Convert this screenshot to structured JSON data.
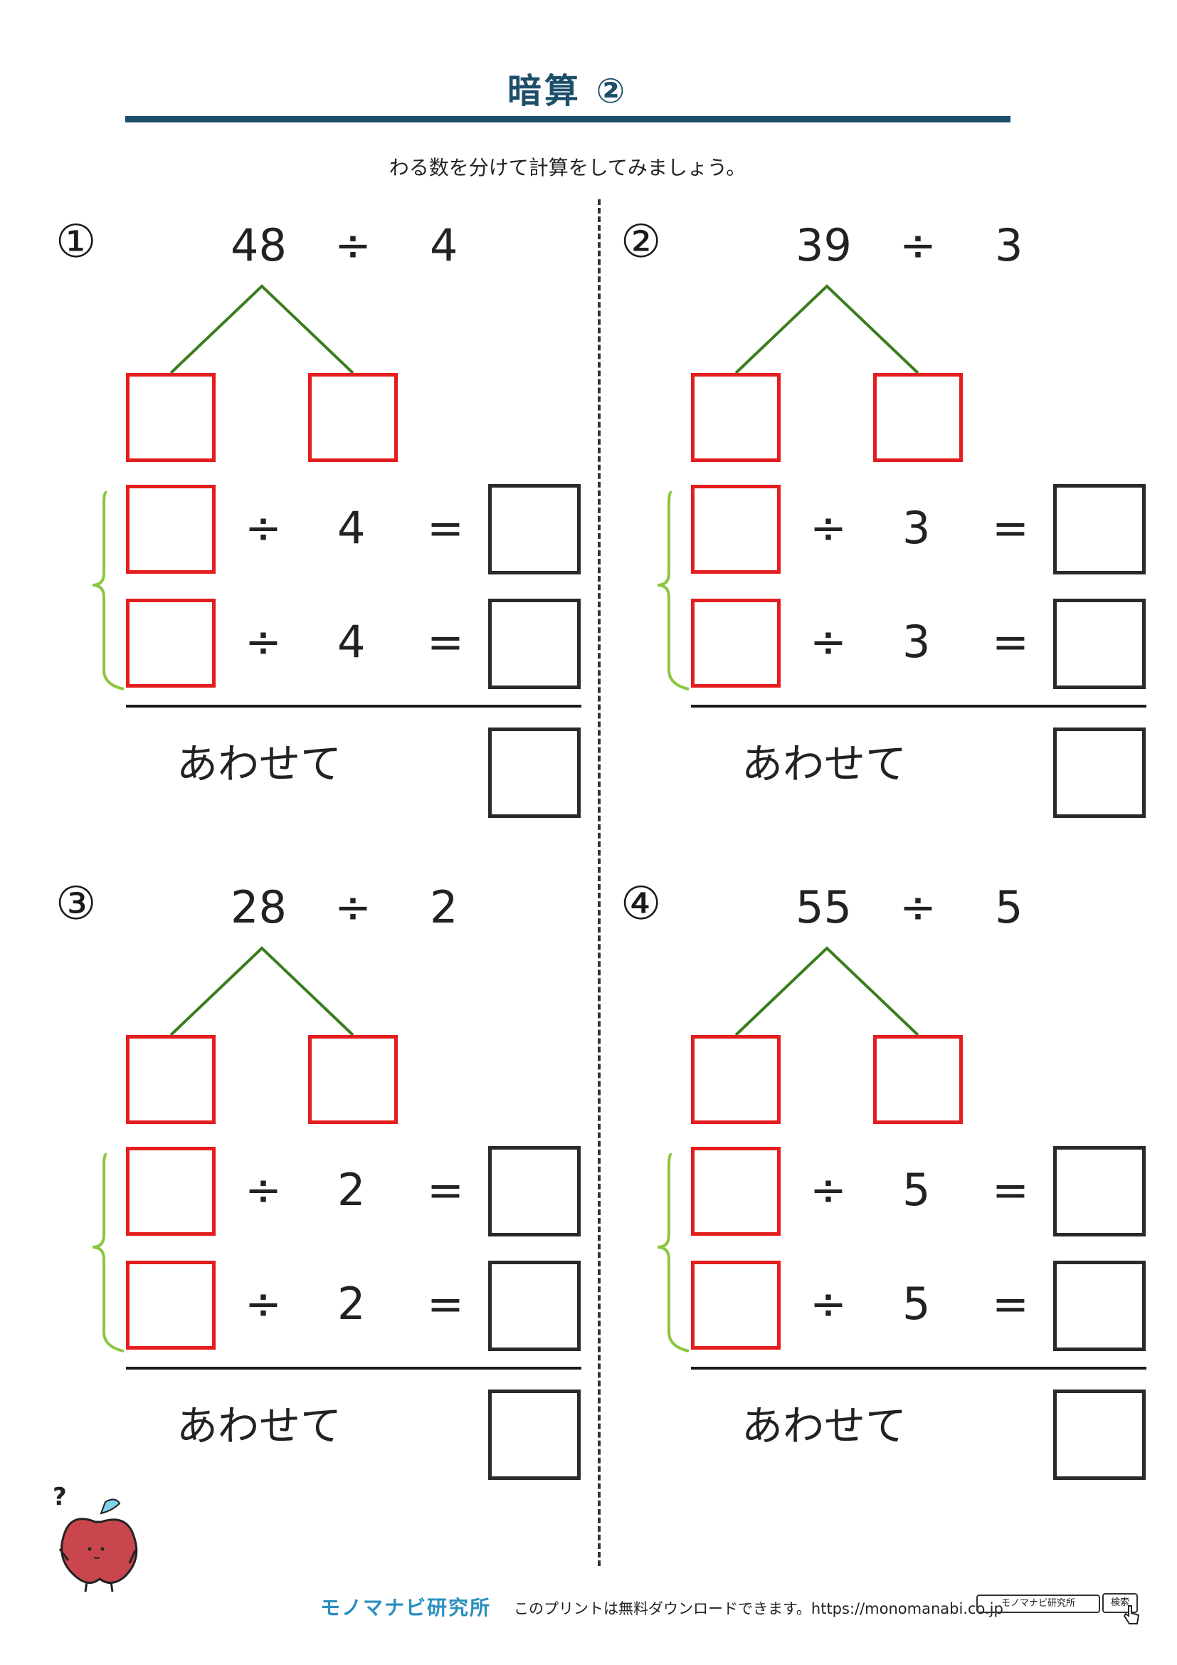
{
  "title": "暗算 ②",
  "instruction": "わる数を分けて計算をしてみましょう。",
  "labels": {
    "divide": "÷",
    "equals": "=",
    "combined": "あわせて"
  },
  "problems": [
    {
      "number": "①",
      "dividend": "48",
      "divisor": "4"
    },
    {
      "number": "②",
      "dividend": "39",
      "divisor": "3"
    },
    {
      "number": "③",
      "dividend": "28",
      "divisor": "2"
    },
    {
      "number": "④",
      "dividend": "55",
      "divisor": "5"
    }
  ],
  "footer": {
    "brand": "モノマナビ研究所",
    "note": "このプリントは無料ダウンロードできます。https://monomanabi.co.jp",
    "search_field": "モノマナビ研究所",
    "search_button": "検索"
  },
  "colors": {
    "title": "#1d4e6a",
    "answer_box_red": "#e41e1e",
    "tree_line": "#3a7d1e",
    "brace": "#8cc63f"
  }
}
